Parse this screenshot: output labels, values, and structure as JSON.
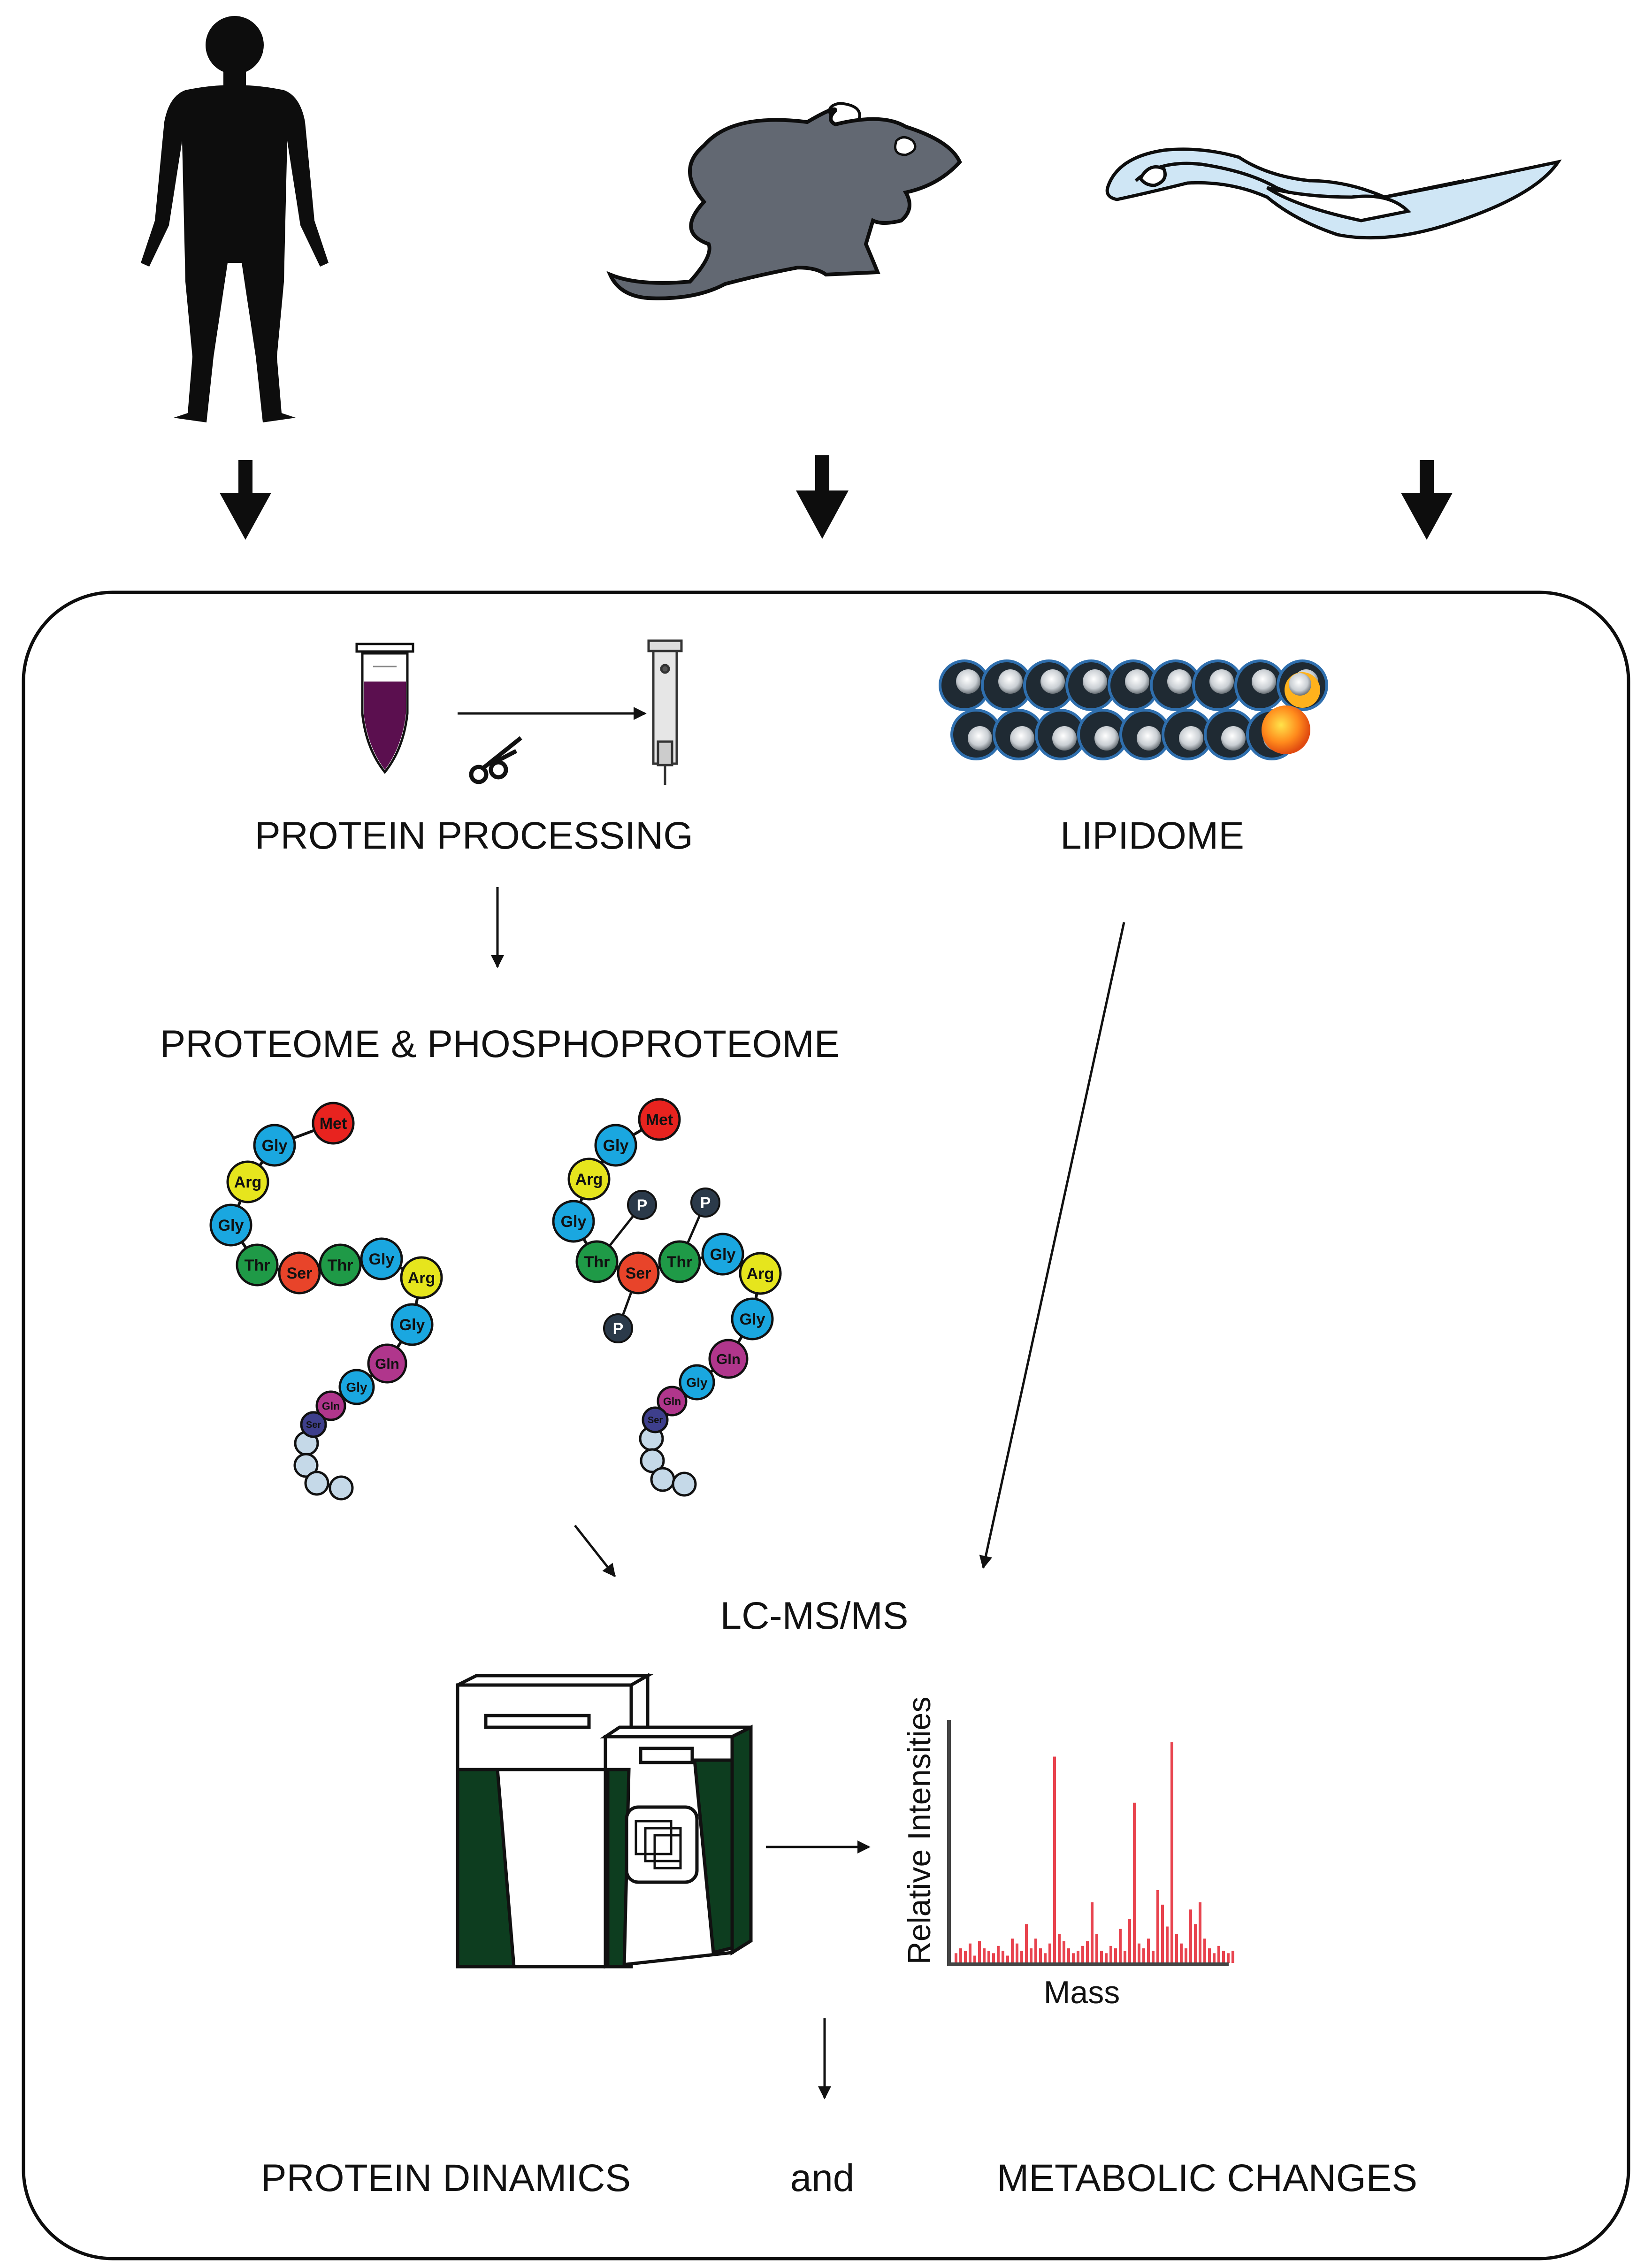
{
  "labels": {
    "protein_processing": "PROTEIN PROCESSING",
    "lipidome": "LIPIDOME",
    "proteome": "PROTEOME & PHOSPHOPROTEOME",
    "lcms": "LC-MS/MS",
    "protein_dynamics": "PROTEIN DINAMICS",
    "and": "and",
    "metabolic_changes": "METABOLIC CHANGES"
  },
  "spectrum": {
    "ylabel": "Relative Intensities",
    "xlabel": "Mass",
    "peaks": [
      0.04,
      0.06,
      0.05,
      0.08,
      0.03,
      0.09,
      0.06,
      0.05,
      0.04,
      0.07,
      0.05,
      0.03,
      0.1,
      0.08,
      0.05,
      0.16,
      0.06,
      0.1,
      0.06,
      0.04,
      0.08,
      0.85,
      0.12,
      0.09,
      0.06,
      0.04,
      0.05,
      0.07,
      0.09,
      0.25,
      0.12,
      0.05,
      0.04,
      0.07,
      0.06,
      0.14,
      0.05,
      0.18,
      0.66,
      0.08,
      0.06,
      0.1,
      0.05,
      0.3,
      0.24,
      0.15,
      0.91,
      0.12,
      0.08,
      0.06,
      0.22,
      0.16,
      0.25,
      0.1,
      0.06,
      0.04,
      0.07,
      0.05,
      0.04,
      0.05
    ],
    "peak_color": "#e8434e"
  },
  "chains": {
    "plain": [
      "Met",
      "Gly",
      "Arg",
      "Gly",
      "Thr",
      "Ser",
      "Thr",
      "Gly",
      "Arg",
      "Gly",
      "Gln",
      "Gly",
      "Gln",
      "Ser"
    ],
    "phospho": [
      "Met",
      "Gly",
      "Arg",
      "Gly",
      "Thr",
      "Ser",
      "Thr",
      "Gly",
      "Arg",
      "Gly",
      "Gln",
      "Gly",
      "Gln",
      "Ser"
    ],
    "phospho_label": "P"
  },
  "colors": {
    "Met": "#e8231f",
    "Gly": "#1aa7e0",
    "Arg": "#e6e51d",
    "Thr": "#1f9a47",
    "Ser": "#e8442a",
    "Gln": "#b0368c",
    "tail": "#c5d9e8",
    "phospho": "#2b3a4a",
    "mouse": "#626872",
    "instrument_green": "#0d3d1f",
    "tube_liquid": "#5b0f4f"
  }
}
